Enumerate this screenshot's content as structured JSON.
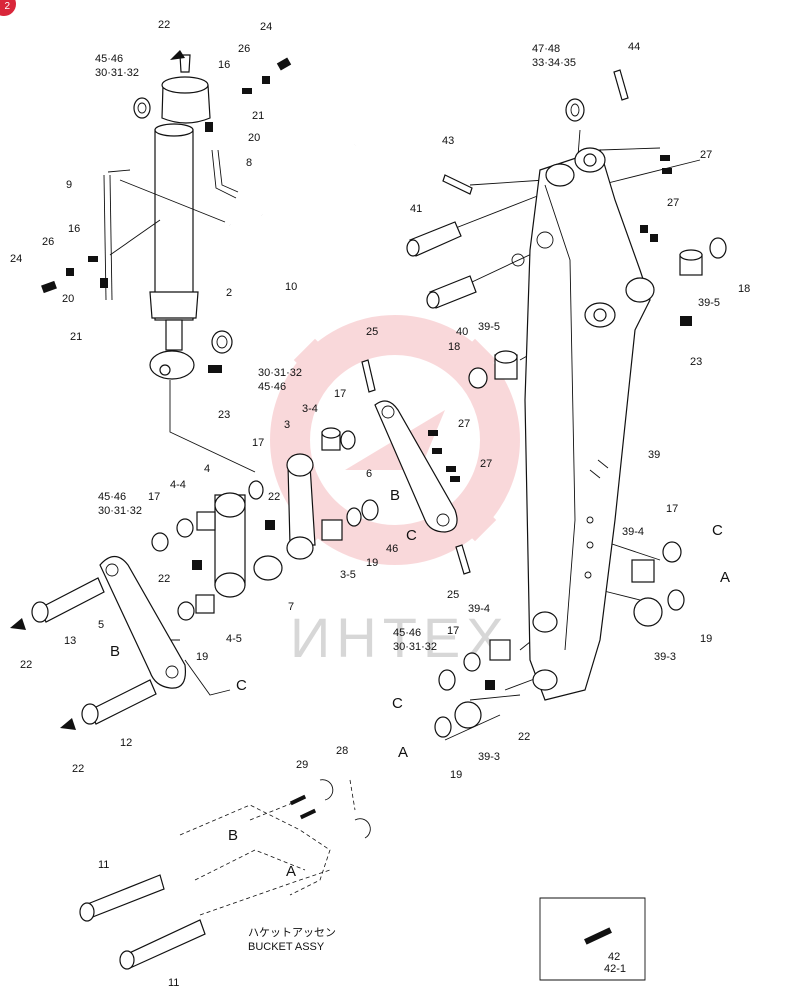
{
  "badge": "2",
  "watermark": "ИНТЕХ",
  "labels": {
    "p22a": "22",
    "p24a": "24",
    "p26a": "26",
    "p16a": "16",
    "p21a": "21",
    "p20a": "20",
    "p8": "8",
    "p4546a": "45·46",
    "p3032a": "30·31·32",
    "p9": "9",
    "p26b": "26",
    "p16b": "16",
    "p24b": "24",
    "p20b": "20",
    "p21b": "21",
    "p2": "2",
    "p10": "10",
    "p3032b": "30·31·32",
    "p4546b": "45·46",
    "p23a": "23",
    "p4748": "47·48",
    "p333435": "33·34·35",
    "p44": "44",
    "p43": "43",
    "p27a": "27",
    "p41": "41",
    "p27b": "27",
    "p18a": "18",
    "p395a": "39-5",
    "p23b": "23",
    "p40": "40",
    "p395b": "39-5",
    "p18b": "18",
    "p25a": "25",
    "p17a": "17",
    "p34": "3-4",
    "p3": "3",
    "p27c": "27",
    "p27d": "27",
    "p6": "6",
    "p17b": "17",
    "p4": "4",
    "p44b": "4-4",
    "p17c": "17",
    "p4546c": "45·46",
    "p3032c": "30·31·32",
    "p22b": "22",
    "pB1": "B",
    "pC1": "C",
    "p46": "46",
    "p19a": "19",
    "p35": "3-5",
    "p22c": "22",
    "p7": "7",
    "p25b": "25",
    "p39": "39",
    "p17d": "17",
    "p394a": "39-4",
    "pCr": "C",
    "pAr": "A",
    "p19b": "19",
    "p393a": "39-3",
    "p5": "5",
    "p13": "13",
    "p22d": "22",
    "p45": "4-5",
    "p19c": "19",
    "pB2": "B",
    "pC2": "C",
    "p12": "12",
    "p22e": "22",
    "p394b": "39-4",
    "p4546d": "45·46",
    "p3032d": "30·31·32",
    "p17e": "17",
    "pC3": "C",
    "pA2": "A",
    "p19d": "19",
    "p393b": "39-3",
    "p22f": "22",
    "p29": "29",
    "p28": "28",
    "pB3": "B",
    "pA3": "A",
    "p11a": "11",
    "p11b": "11",
    "p42": "42",
    "p421": "42-1"
  },
  "bucket": {
    "jp": "ハケットアッセン",
    "en": "BUCKET ASSY"
  }
}
